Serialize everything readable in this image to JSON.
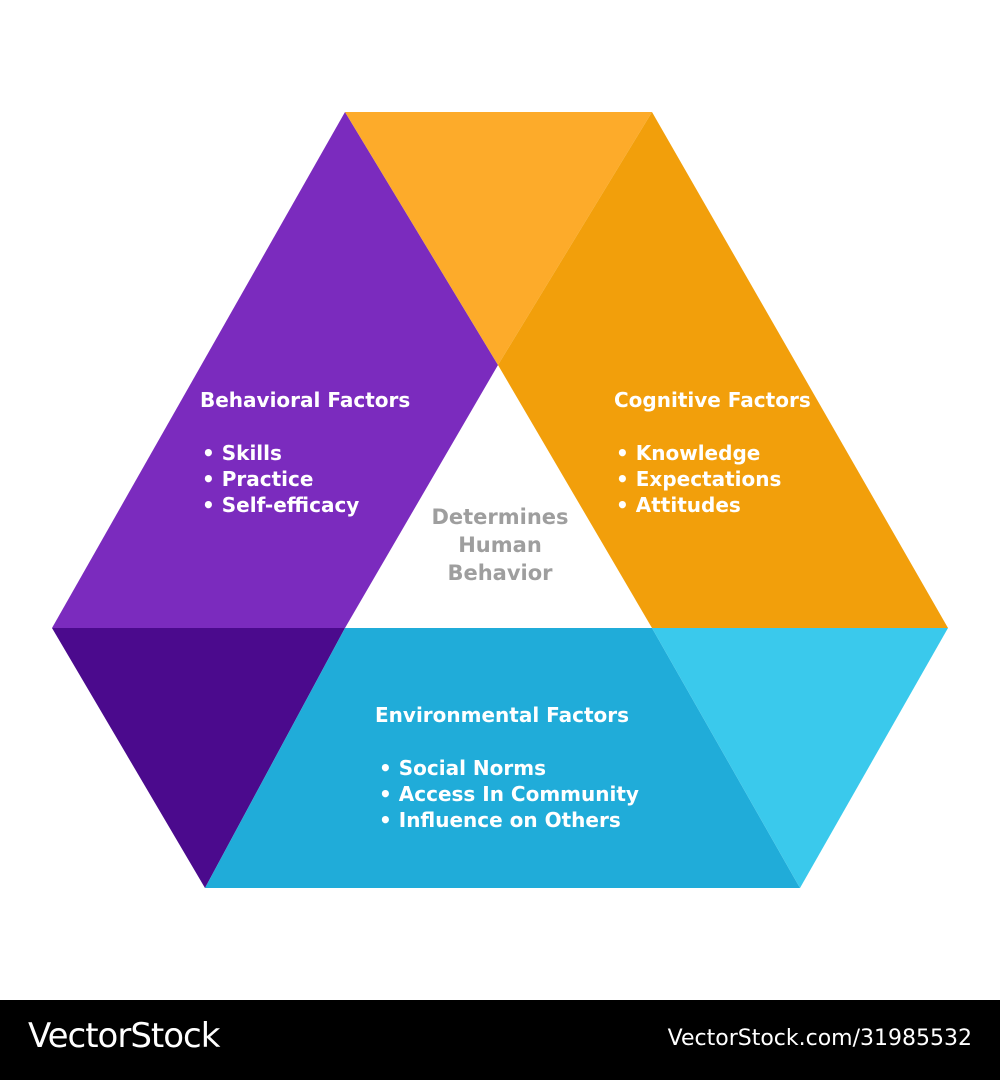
{
  "colors": {
    "purple": "#7B2BBE",
    "purple_dark": "#4B0A8D",
    "orange_light": "#FDAB2A",
    "orange": "#F29F0B",
    "blue": "#20ACD9",
    "blue_light": "#3AC9EC",
    "center_text": "#9E9E9E",
    "label_text": "#FFFFFF"
  },
  "center": {
    "lines": [
      "Determines",
      "Human",
      "Behavior"
    ]
  },
  "behavioral": {
    "title": "Behavioral Factors",
    "items": [
      "Skills",
      "Practice",
      "Self-efficacy"
    ]
  },
  "cognitive": {
    "title": "Cognitive Factors",
    "items": [
      "Knowledge",
      "Expectations",
      "Attitudes"
    ]
  },
  "environmental": {
    "title": "Environmental Factors",
    "items": [
      "Social Norms",
      "Access In Community",
      "Influence on Others"
    ]
  },
  "footer": {
    "brand": "VectorStock",
    "url": "VectorStock.com/31985532"
  }
}
